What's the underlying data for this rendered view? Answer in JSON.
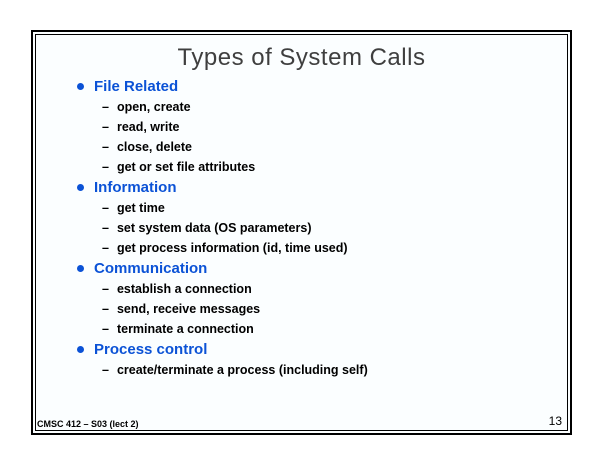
{
  "slide": {
    "title": "Types of System Calls",
    "sections": [
      {
        "heading": "File Related",
        "items": [
          "open, create",
          "read, write",
          "close, delete",
          "get or set file attributes"
        ]
      },
      {
        "heading": "Information",
        "items": [
          "get time",
          "set system data (OS parameters)",
          "get process information (id, time used)"
        ]
      },
      {
        "heading": "Communication",
        "items": [
          "establish a connection",
          "send, receive messages",
          "terminate a connection"
        ]
      },
      {
        "heading": "Process control",
        "items": [
          "create/terminate a process (including self)"
        ]
      }
    ],
    "markers": {
      "dash": "–"
    },
    "footer": {
      "left": "CMSC 412 – S03 (lect 2)",
      "page_number": "13"
    },
    "colors": {
      "heading_blue": "#0b52d6",
      "title_gray": "#3f3f3f",
      "slide_bg": "#fbfeff",
      "border": "#000000"
    }
  }
}
